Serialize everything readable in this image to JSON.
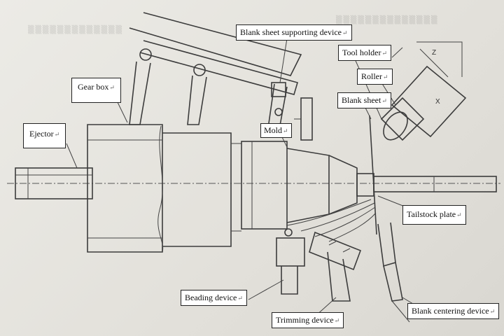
{
  "labels": {
    "blank_sheet_supporting_device": "Blank sheet supporting device",
    "tool_holder": "Tool holder",
    "roller": "Roller",
    "blank_sheet": "Blank sheet",
    "gear_box": "Gear box",
    "ejector": "Ejector",
    "mold": "Mold",
    "tailstock_plate": "Tailstock plate",
    "beading_device": "Beading device",
    "trimming_device": "Trimming device",
    "blank_centering_device": "Blank centering device"
  },
  "label_mark": "↵",
  "axis_marks": {
    "z": "Z",
    "x": "X"
  },
  "colors": {
    "line": "#3c3c3c",
    "label_border": "#222222",
    "label_bg": "#ffffff"
  }
}
